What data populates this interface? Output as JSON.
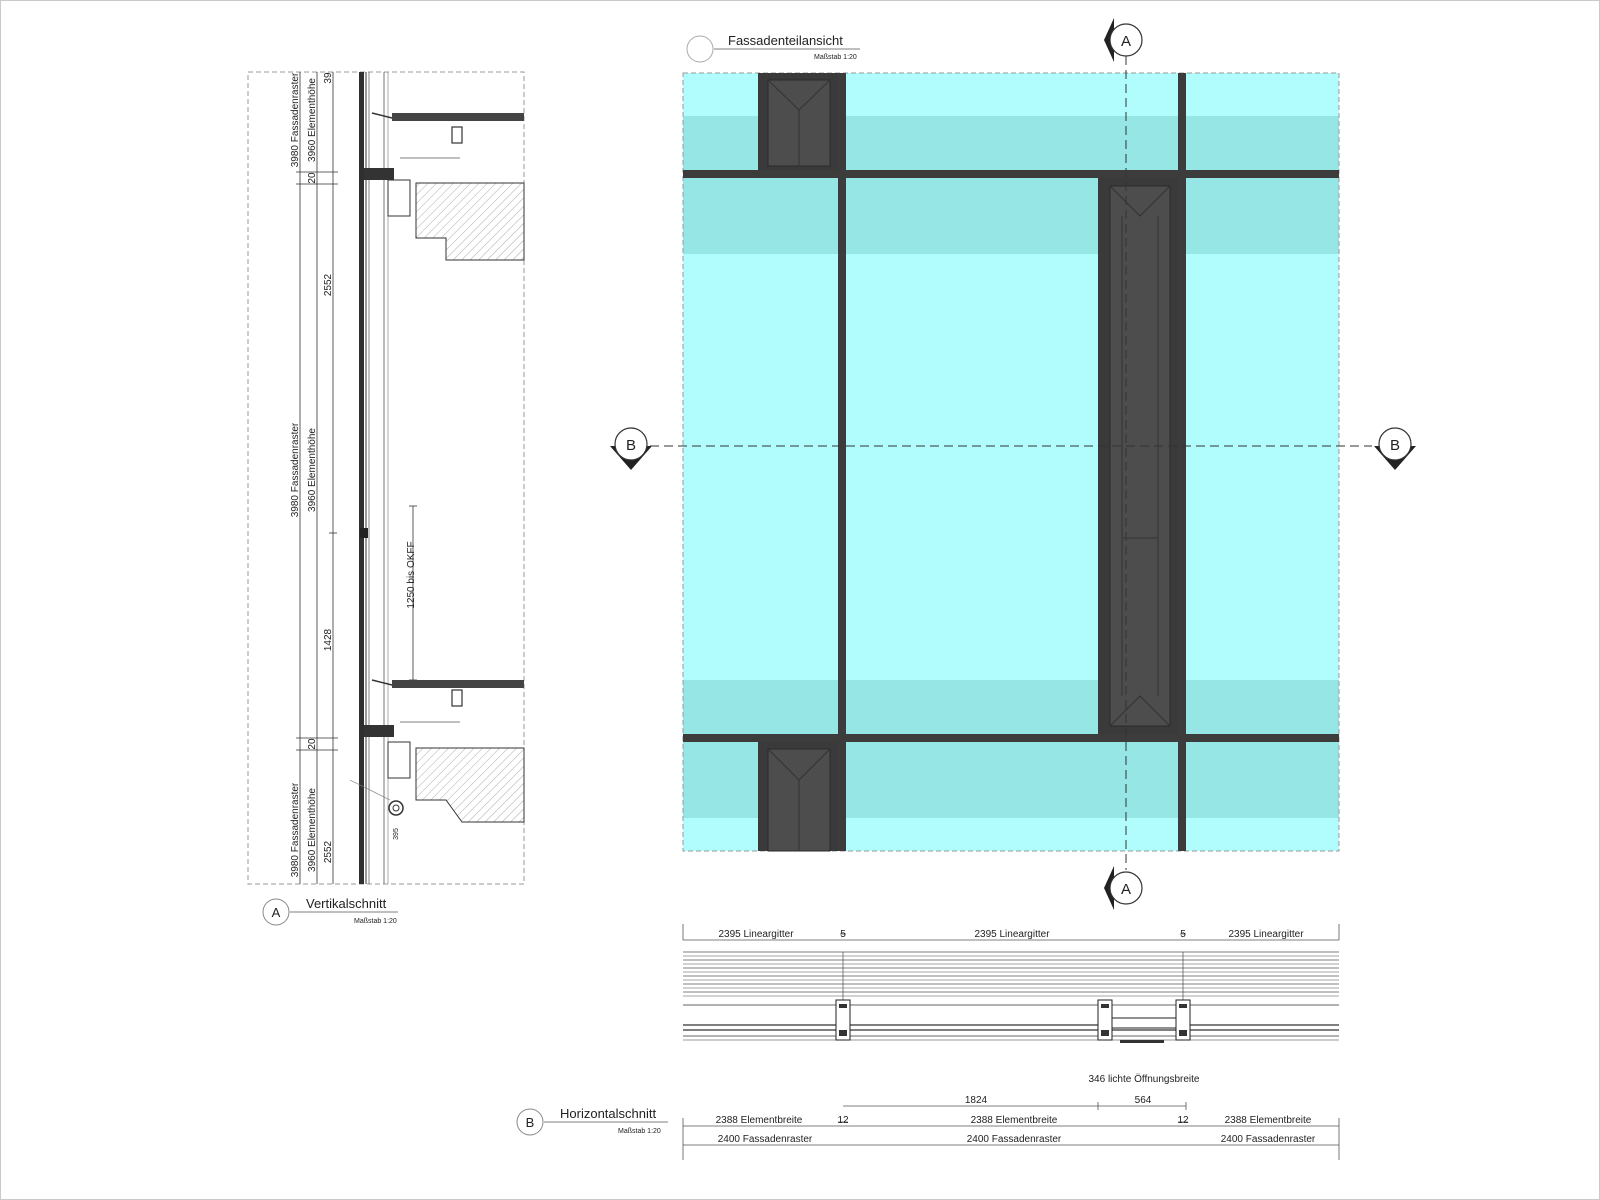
{
  "colors": {
    "glass": "#b1fcfd",
    "glass_band": "#97e6e6",
    "frame": "#3c3c3c",
    "panel": "#4d4d4d",
    "line": "#222222"
  },
  "vertical_section": {
    "marker": "A",
    "title": "Vertikalschnitt",
    "scale": "Maßstab 1:20",
    "dims": {
      "outer_top": "3980 Fassadenraster",
      "outer_mid": "3980 Fassadenraster",
      "outer_bottom": "3980 Fassadenraster",
      "elem_top": "3960 Elementhöhe",
      "elem_mid": "3960 Elementhöhe",
      "elem_bottom": "3960 Elementhöhe",
      "v39": "39",
      "v20a": "20",
      "v2552a": "2552",
      "v1428": "1428",
      "v20b": "20",
      "v2552b": "2552",
      "v1250": "1250 bis OKFF",
      "v395": "395"
    }
  },
  "elevation": {
    "title": "Fassadenteilansicht",
    "scale": "Maßstab 1:20",
    "cut_a": "A",
    "cut_b": "B"
  },
  "horizontal_section": {
    "marker": "B",
    "title": "Horizontalschnitt",
    "scale": "Maßstab 1:20",
    "top_dims": {
      "left": "2395 Lineargitter",
      "gap_left": "5",
      "mid": "2395 Lineargitter",
      "gap_right": "5",
      "right": "2395 Lineargitter"
    },
    "opening": "346 lichte Öffnungsbreite",
    "d1824": "1824",
    "d564": "564",
    "elem_left": "2388 Elementbreite",
    "elem_j1": "12",
    "elem_mid": "2388 Elementbreite",
    "elem_j2": "12",
    "elem_right": "2388 Elementbreite",
    "grid_left": "2400 Fassadenraster",
    "grid_mid": "2400 Fassadenraster",
    "grid_right": "2400 Fassadenraster"
  }
}
